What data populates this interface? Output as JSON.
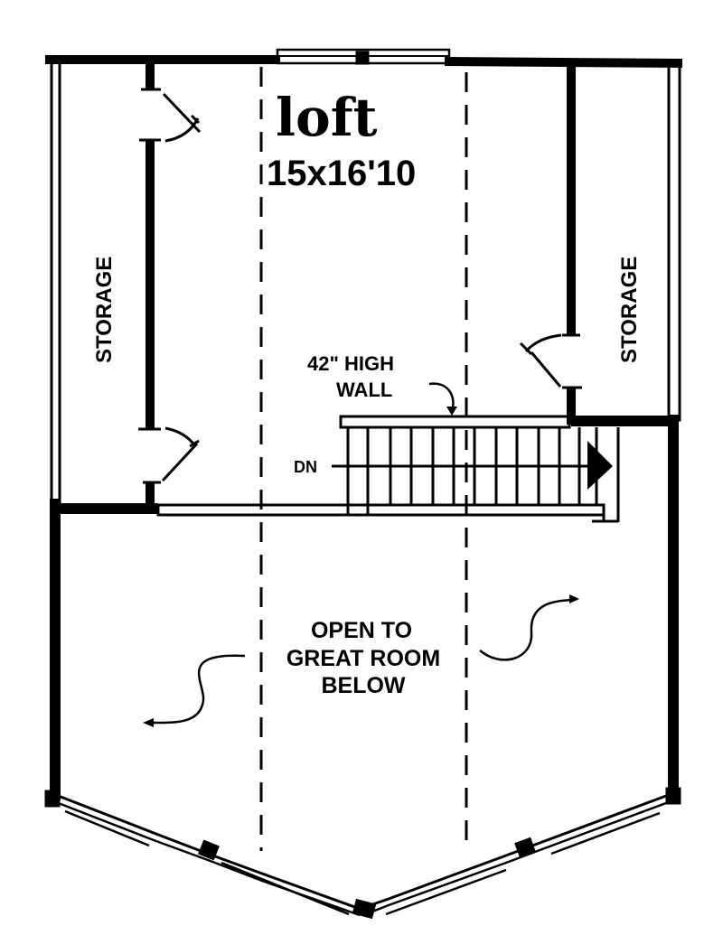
{
  "plan": {
    "title": "loft",
    "dimensions": "15x16'10",
    "colors": {
      "ink": "#000000",
      "paper": "#ffffff"
    }
  },
  "rooms": {
    "storage_left": "STORAGE",
    "storage_right": "STORAGE"
  },
  "annotations": {
    "wall_note_line1": "42\" HIGH",
    "wall_note_line2": "WALL",
    "stair_direction": "DN",
    "open_line1": "OPEN TO",
    "open_line2": "GREAT ROOM",
    "open_line3": "BELOW"
  }
}
